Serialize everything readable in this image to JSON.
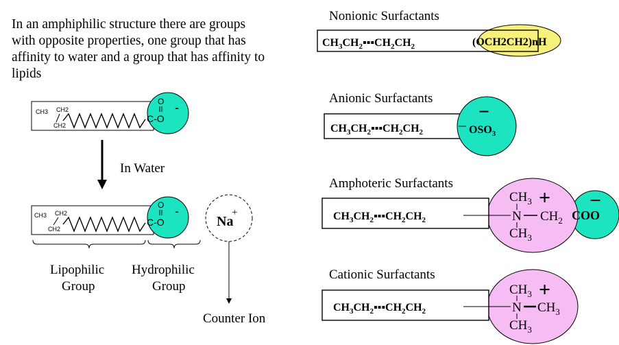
{
  "intro_text": "In an amphiphilic structure there are groups with opposite properties, one group that has affinity to water and a group that has affinity to lipids",
  "left_molecule": {
    "chain_labels": [
      "CH3",
      "CH2",
      "CH2"
    ],
    "head_o": "O",
    "head_group": "C-O",
    "head_charge": "-"
  },
  "process_label": "In Water",
  "counter_ion": {
    "symbol": "Na",
    "charge": "+",
    "label": "Counter Ion"
  },
  "group_labels": {
    "lipophilic": [
      "Lipophilic",
      "Group"
    ],
    "hydrophilic": [
      "Hydrophilic",
      "Group"
    ]
  },
  "surfactants": {
    "nonionic": {
      "title": "Nonionic Surfactants",
      "head": "(OCH2CH2)nH"
    },
    "anionic": {
      "title": "Anionic Surfactants",
      "head": "OSO",
      "head_sub": "3",
      "charge": "−"
    },
    "amphoteric": {
      "title": "Amphoteric Surfactants",
      "top": "CH",
      "top_sub": "3",
      "plus": "+",
      "n": "N",
      "arm": "CH",
      "arm_sub": "2",
      "coo": "COO",
      "coo_charge": "−",
      "bottom": "CH",
      "bottom_sub": "3"
    },
    "cationic": {
      "title": "Cationic Surfactants",
      "top": "CH",
      "top_sub": "3",
      "plus": "+",
      "n": "N",
      "arm": "CH",
      "arm_sub": "3",
      "bottom": "CH",
      "bottom_sub": "3"
    }
  },
  "colors": {
    "hydrophilic_head": "#1de4c0",
    "nonionic_head": "#f7f07b",
    "cationic_head": "#f6bdf4",
    "line": "#000000"
  }
}
